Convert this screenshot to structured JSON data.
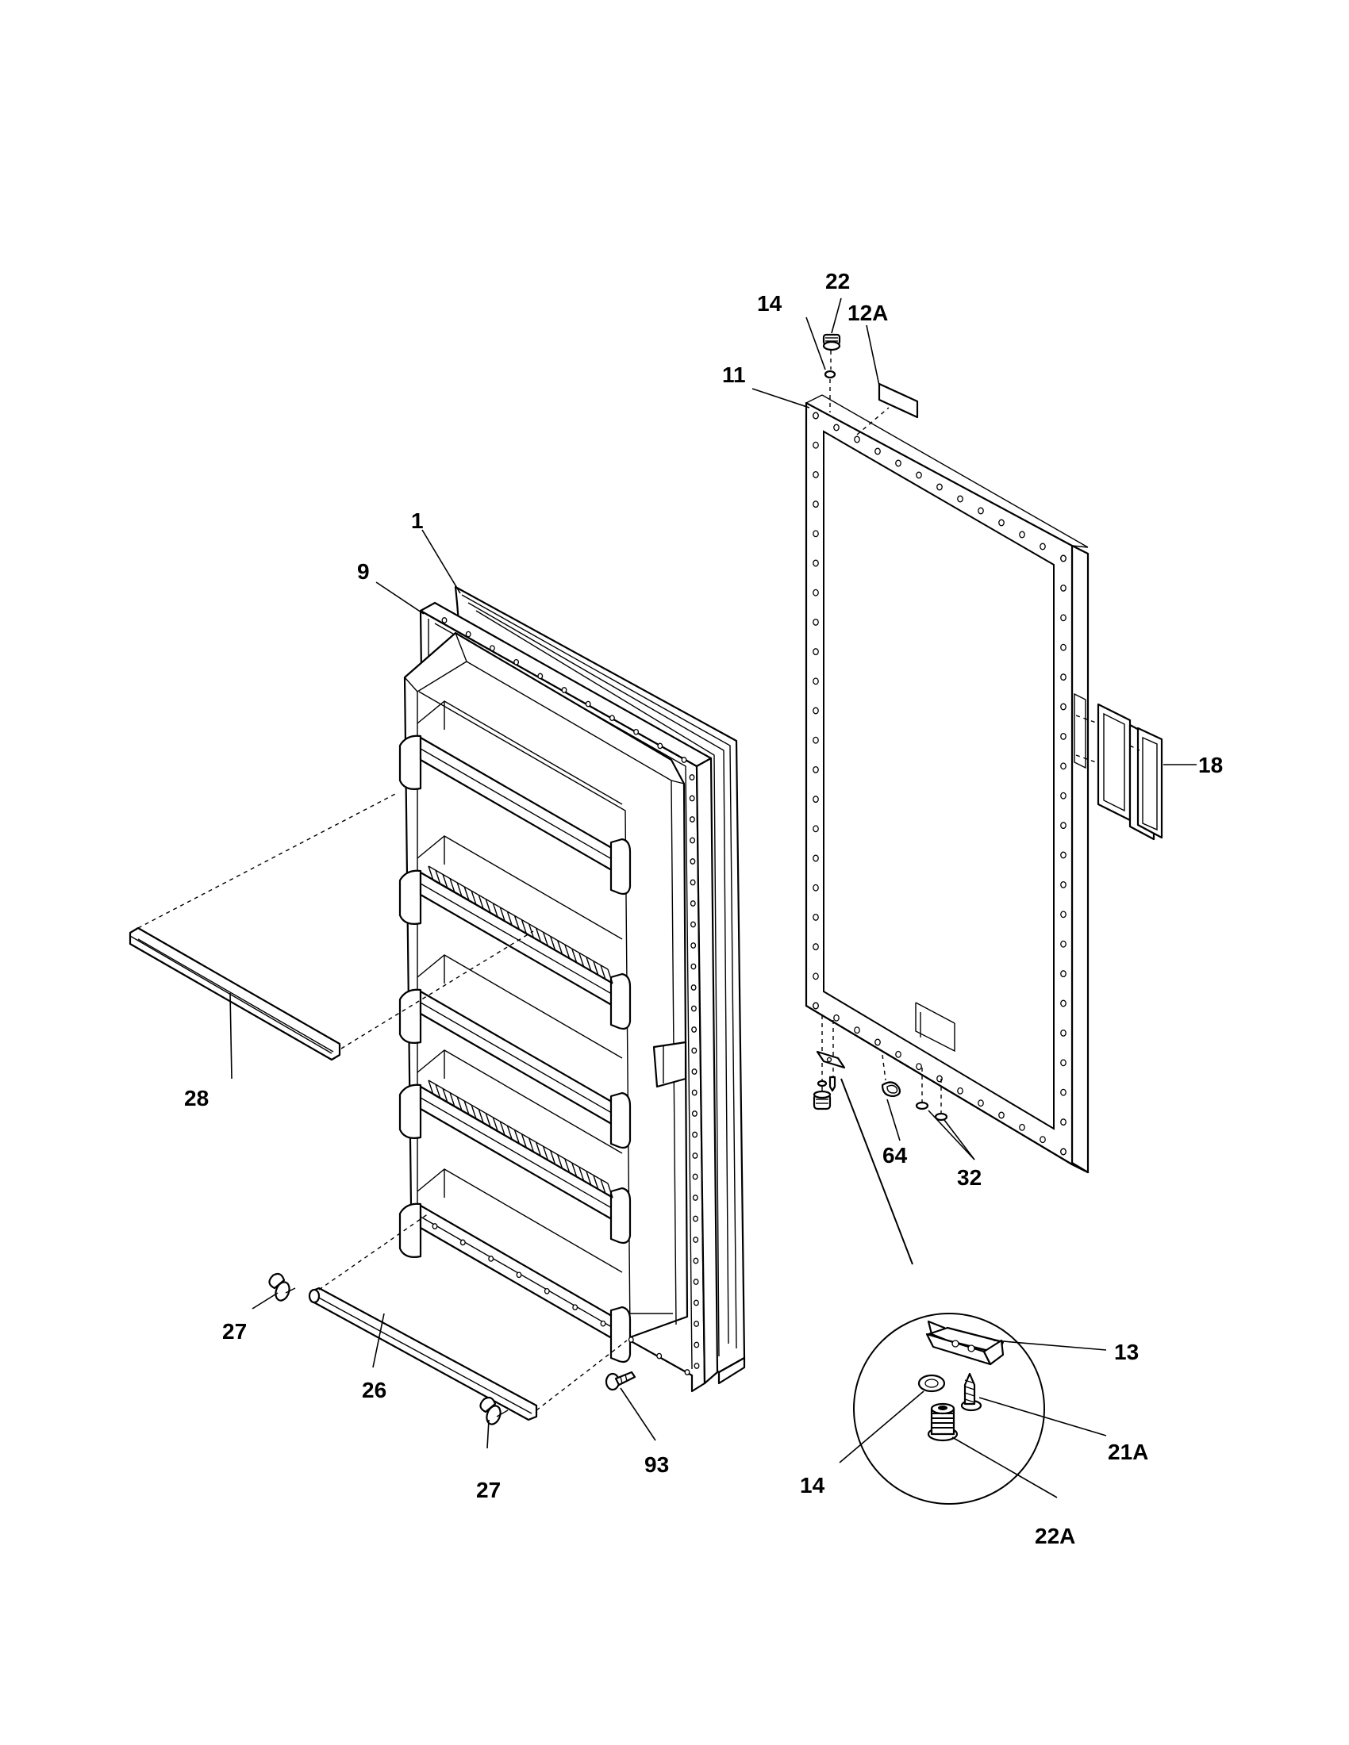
{
  "callouts": {
    "c1": "1",
    "c9": "9",
    "c11": "11",
    "c12A": "12A",
    "c13": "13",
    "c14_top": "14",
    "c14_detail": "14",
    "c18": "18",
    "c21A": "21A",
    "c22_top": "22",
    "c22A": "22A",
    "c26": "26",
    "c27_left": "27",
    "c27_bottom": "27",
    "c28": "28",
    "c32": "32",
    "c64": "64",
    "c93": "93"
  }
}
